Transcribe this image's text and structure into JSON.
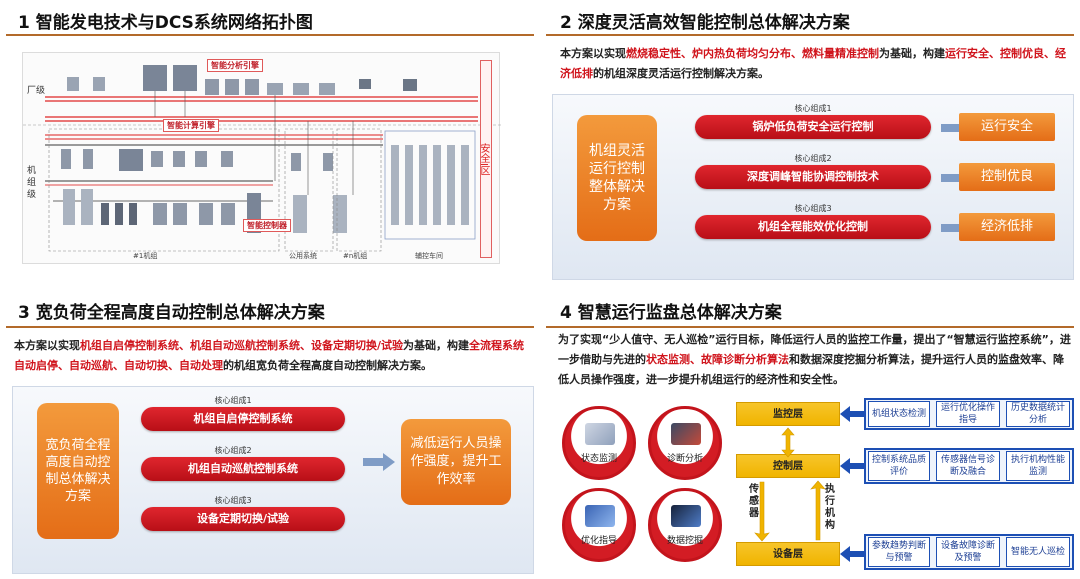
{
  "q1": {
    "title": "1 智能发电技术与DCS系统网络拓扑图",
    "tags": [
      "智能分析引擎",
      "智能计算引擎",
      "智能控制器"
    ],
    "zones": [
      "厂级",
      "机组级"
    ],
    "safety_zone": "安全I区",
    "footer": [
      "#1机组",
      "公用系统",
      "#n机组",
      "辅控车间"
    ]
  },
  "q2": {
    "title": "2 深度灵活高效智能控制总体解决方案",
    "intro": {
      "prefix": "本方案以实现",
      "hl1": "燃烧稳定性、炉内热负荷均匀分布、燃料量精准控制",
      "mid": "为基础，构建",
      "hl2": "运行安全、控制优良、经济低排",
      "suffix": "的机组深度灵活运行控制解决方案。"
    },
    "left_box": "机组灵活运行控制整体解决方案",
    "cores": [
      {
        "label": "核心组成1",
        "name": "锅炉低负荷安全运行控制",
        "result": "运行安全"
      },
      {
        "label": "核心组成2",
        "name": "深度调峰智能协调控制技术",
        "result": "控制优良"
      },
      {
        "label": "核心组成3",
        "name": "机组全程能效优化控制",
        "result": "经济低排"
      }
    ]
  },
  "q3": {
    "title": "3 宽负荷全程高度自动控制总体解决方案",
    "intro": {
      "prefix": "本方案以实现",
      "hl1": "机组自启停控制系统、机组自动巡航控制系统、设备定期切换/试验",
      "mid": "为基础，构建",
      "hl2": "全流程系统自动启停、自动巡航、自动切换、自动处理",
      "suffix": "的机组宽负荷全程高度自动控制解决方案。"
    },
    "left_box": "宽负荷全程高度自动控制总体解决方案",
    "cores": [
      {
        "label": "核心组成1",
        "name": "机组自启停控制系统"
      },
      {
        "label": "核心组成2",
        "name": "机组自动巡航控制系统"
      },
      {
        "label": "核心组成3",
        "name": "设备定期切换/试验"
      }
    ],
    "result": "减低运行人员操作强度，提升工作效率"
  },
  "q4": {
    "title": "4 智慧运行监盘总体解决方案",
    "intro": {
      "p1": "为了实现“少人值守、无人巡检”运行目标，降低运行人员的监控工作量，提出了“智慧运行监控系统”，进一步借助与先进的",
      "hl": "状态监测、故障诊断分析算法",
      "p2": "和数据深度挖掘分析算法，提升运行人员的监盘效率、降低人员操作强度，进一步提升机组运行的经济性和安全性。"
    },
    "circles": [
      "状态监测",
      "诊断分析",
      "优化指导",
      "数据挖掘"
    ],
    "layers": [
      "监控层",
      "控制层",
      "设备层"
    ],
    "side_labels": [
      "传感器",
      "执行机构"
    ],
    "monitor_items": [
      "机组状态检测",
      "运行优化操作指导",
      "历史数据统计分析"
    ],
    "control_items": [
      "控制系统品质评价",
      "传感器信号诊断及融合",
      "执行机构性能监测"
    ],
    "device_items": [
      "参数趋势判断与预警",
      "设备故障诊断及预警",
      "智能无人巡检"
    ]
  },
  "colors": {
    "accent_red": "#d0141c",
    "orange": "#e9781e",
    "blue": "#1d4fb4",
    "yellow": "#f2bb0c"
  }
}
